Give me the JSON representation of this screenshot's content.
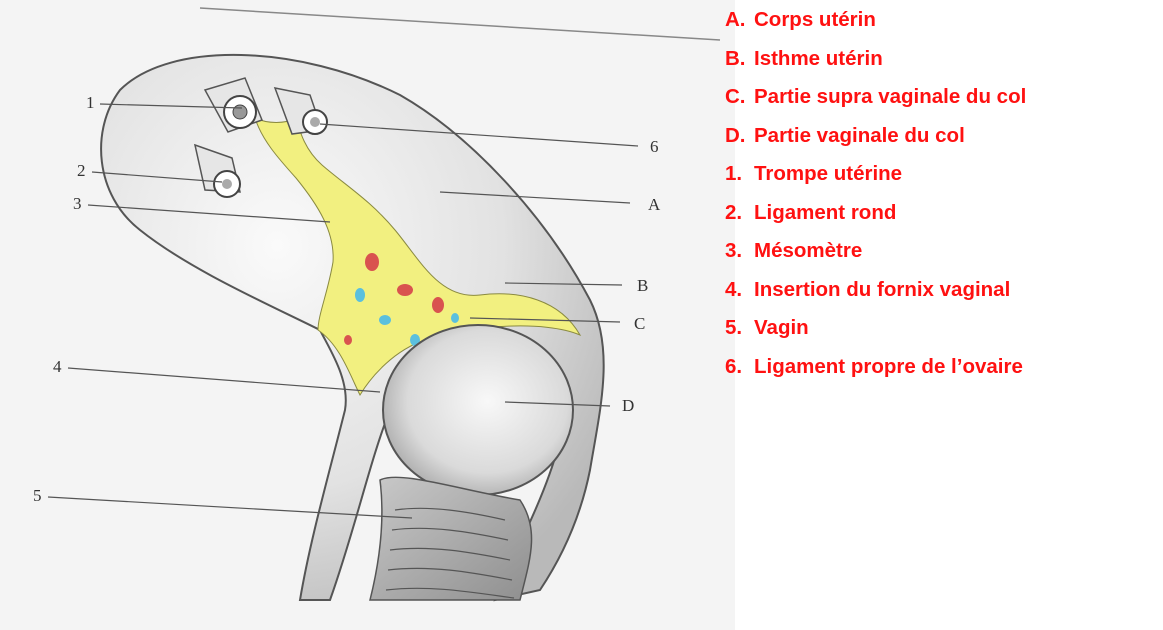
{
  "colors": {
    "legend_text": "#ff1111",
    "mesometrium": "#f2f080",
    "tissue": "#dcdcdc",
    "outline": "#555555"
  },
  "figure": {
    "labels": {
      "l1": "1",
      "l2": "2",
      "l3": "3",
      "l4": "4",
      "l5": "5",
      "l6": "6",
      "lA": "A",
      "lB": "B",
      "lC": "C",
      "lD": "D"
    }
  },
  "legend": {
    "items": [
      {
        "key": "A.",
        "text": "Corps utérin"
      },
      {
        "key": "B.",
        "text": "Isthme utérin"
      },
      {
        "key": "C.",
        "text": "Partie supra vaginale du col"
      },
      {
        "key": "D.",
        "text": "Partie vaginale du col"
      },
      {
        "key": "1.",
        "text": "Trompe utérine"
      },
      {
        "key": "2.",
        "text": "Ligament rond"
      },
      {
        "key": "3.",
        "text": "Mésomètre"
      },
      {
        "key": "4.",
        "text": "Insertion du fornix vaginal"
      },
      {
        "key": "5.",
        "text": "Vagin"
      },
      {
        "key": "6.",
        "text": "Ligament propre de l’ovaire"
      }
    ]
  }
}
